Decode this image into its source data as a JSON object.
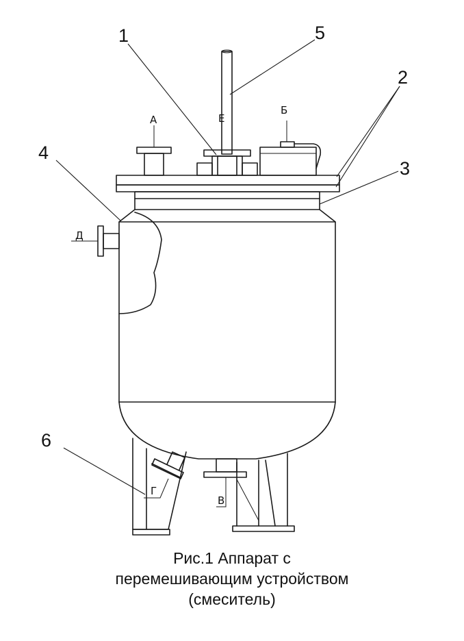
{
  "callouts": [
    "1",
    "2",
    "3",
    "4",
    "5",
    "6"
  ],
  "ports": [
    "А",
    "Б",
    "В",
    "Г",
    "Д",
    "Е"
  ],
  "caption": {
    "line1": "Рис.1 Аппарат с",
    "line2": "перемешивающим устройством",
    "line3": "(смеситель)"
  }
}
